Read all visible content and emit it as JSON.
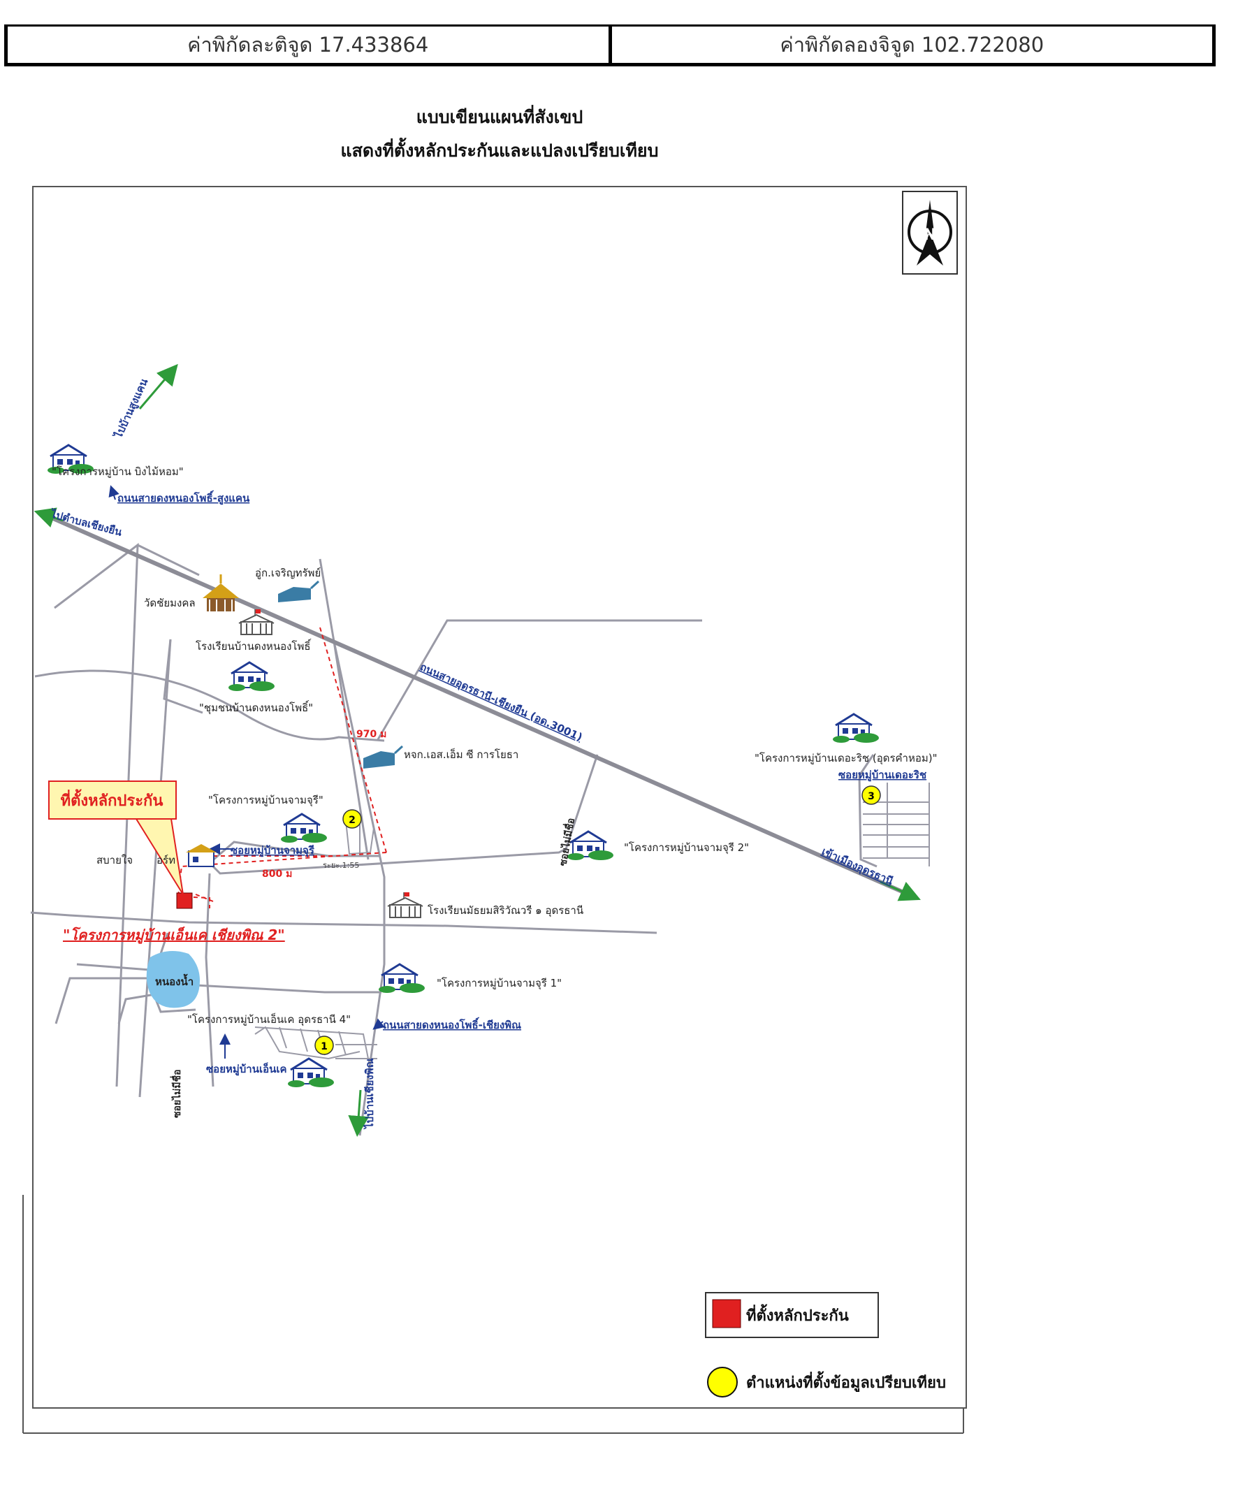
{
  "header": {
    "latitude": "ค่าพิกัดละติจูด 17.433864",
    "longitude": "ค่าพิกัดลองจิจูด 102.722080"
  },
  "title": {
    "line1": "แบบเขียนแผนที่สังเขป",
    "line2": "แสดงที่ตั้งหลักประกันและแปลงเปรียบเทียบ"
  },
  "map": {
    "north_letter": "N",
    "roads": {
      "to_ban_sungkhan": "ไปบ้านสูงแคน",
      "dong_nongphue_sungkhan": "ถนนสายดงหนองโพธิ์-สูงแคน",
      "to_tambon_chiang_yuen": "ไปตำบลเชียงยืน",
      "udon_chiangyuen": "ถนนสายอุดรธานี-เชียงยืน (อด.3001)",
      "to_udon": "เข้าเมืองอุดรธานี",
      "dong_nongphue_chiangphin": "ถนนสายดงหนองโพธิ์-เชียงพิณ",
      "to_ban_chiangphin": "ไปบ้านเชียงพิณ",
      "soi_jamjuree": "ซอยหมู่บ้านจามจุรี",
      "soi_the_rich": "ซอยหมู่บ้านเดอะริช",
      "soi_nk": "ซอยหมู่บ้านเอ็นเค",
      "soi_no_name_1": "ซอยไม่มีชื่อ",
      "soi_no_name_2": "ซอยไม่มีชื่อ"
    },
    "places": {
      "bing_mai_hom": "\"โครงการหมู่บ้าน บิงไม้หอม\"",
      "garage": "อู่ก.เจริญทรัพย์",
      "wat": "วัดชัยมงคล",
      "school_dong": "โรงเรียนบ้านดงหนองโพธิ์",
      "community": "\"ชุมชนบ้านดงหนองโพธิ์\"",
      "company": "หจก.เอส.เอ็ม ซี การโยธา",
      "the_rich": "\"โครงการหมู่บ้านเดอะริช (อุดรคำหอม)\"",
      "jamjuree": "\"โครงการหมู่บ้านจามจุรี\"",
      "jamjuree_2": "\"โครงการหมู่บ้านจามจุรี 2\"",
      "sabaijai": "สบายใจ",
      "resort": "อร์ท",
      "nk_chiangphin_2": "\"โครงการหมู่บ้านเอ็นเค เชียงพิณ 2\"",
      "school_sirivan": "โรงเรียนมัธยมสิริวัณวรี ๑ อุดรธานี",
      "pond": "หนองน้ำ",
      "jamjuree_1": "\"โครงการหมู่บ้านจามจุรี 1\"",
      "nk_udon_4": "\"โครงการหมู่บ้านเอ็นเค อุดรธานี 4\""
    },
    "distances": {
      "d970": "970 ม",
      "d800": "800 ม",
      "d_small": "ระยะ.1:55"
    },
    "collateral_callout": "ที่ตั้งหลักประกัน",
    "markers": [
      "1",
      "2",
      "3"
    ],
    "legend": {
      "collateral": "ที่ตั้งหลักประกัน",
      "comparable": "ตำแหน่งที่ตั้งข้อมูลเปรียบเทียบ"
    }
  },
  "colors": {
    "road": "#9a9aa6",
    "main_road": "#8c8c96",
    "label_blue": "#1f3a93",
    "arrow_green": "#2e9b3a",
    "collateral_red": "#e02020",
    "marker_yellow": "#ffff00",
    "pond_blue": "#7fc3ea",
    "callout_fill": "#fff6b0",
    "callout_red": "#e02020"
  }
}
